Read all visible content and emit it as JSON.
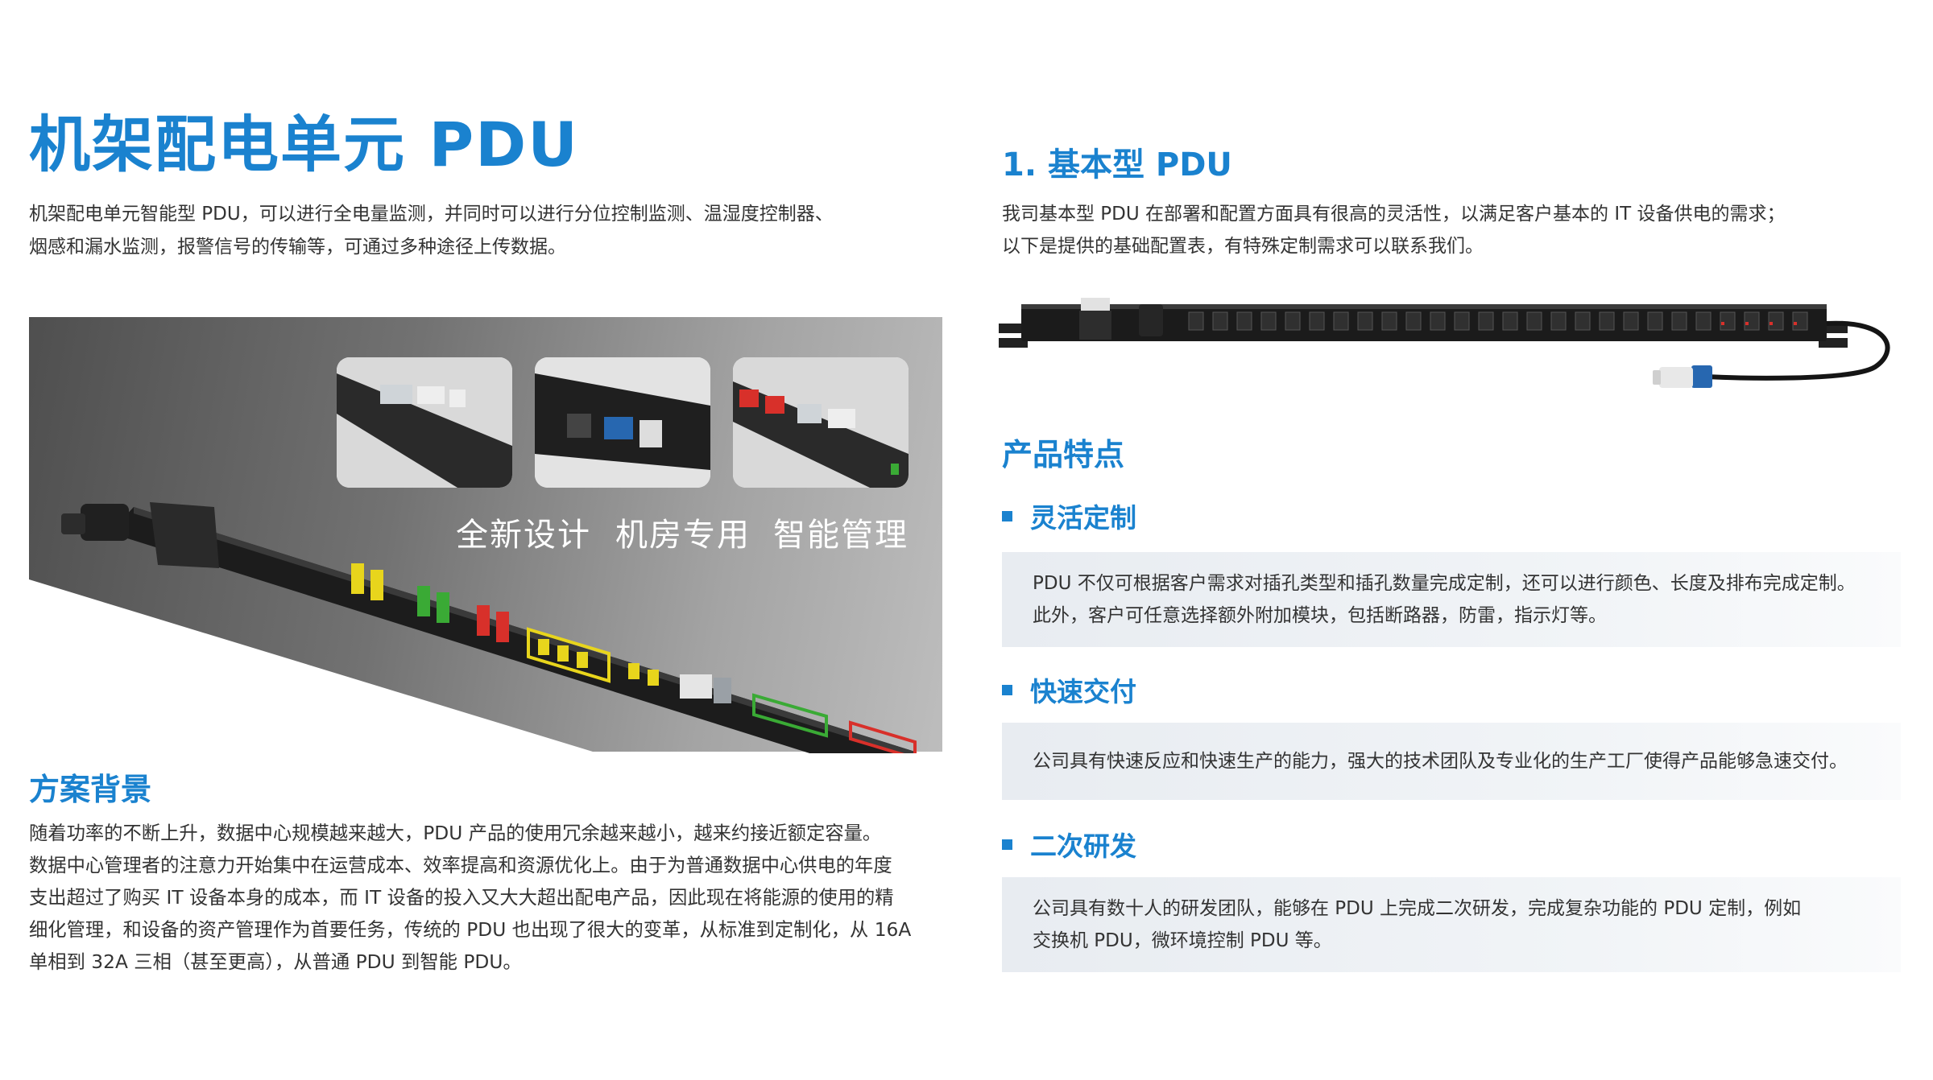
{
  "page_title": "机架配电单元 PDU",
  "intro": [
    "机架配电单元智能型 PDU，可以进行全电量监测，并同时可以进行分位控制监测、温湿度控制器、",
    "烟感和漏水监测，报警信号的传输等，可通过多种途径上传数据。"
  ],
  "hero": {
    "captions": [
      "全新设计",
      "机房专用",
      "智能管理"
    ]
  },
  "background": {
    "title": "方案背景",
    "lines": [
      "随着功率的不断上升，数据中心规模越来越大，PDU 产品的使用冗余越来越小，越来约接近额定容量。",
      "数据中心管理者的注意力开始集中在运营成本、效率提高和资源优化上。由于为普通数据中心供电的年度",
      "支出超过了购买 IT 设备本身的成本，而 IT 设备的投入又大大超出配电产品，因此现在将能源的使用的精",
      "细化管理，和设备的资产管理作为首要任务，传统的 PDU 也出现了很大的变革，从标准到定制化，从 16A",
      "单相到 32A 三相（甚至更高），从普通 PDU 到智能 PDU。"
    ]
  },
  "basic": {
    "title": "1. 基本型 PDU",
    "lines": [
      "我司基本型 PDU 在部署和配置方面具有很高的灵活性，以满足客户基本的 IT 设备供电的需求；",
      "以下是提供的基础配置表，有特殊定制需求可以联系我们。"
    ]
  },
  "features": {
    "title": "产品特点",
    "items": [
      {
        "label": "灵活定制",
        "lines": [
          "PDU 不仅可根据客户需求对插孔类型和插孔数量完成定制，还可以进行颜色、长度及排布完成定制。",
          "此外，客户可任意选择额外附加模块，包括断路器，防雷，指示灯等。"
        ]
      },
      {
        "label": "快速交付",
        "lines": [
          "公司具有快速反应和快速生产的能力，强大的技术团队及专业化的生产工厂使得产品能够急速交付。"
        ]
      },
      {
        "label": "二次研发",
        "lines": [
          "公司具有数十人的研发团队，能够在 PDU 上完成二次研发，完成复杂功能的 PDU 定制，例如",
          "交换机 PDU，微环境控制 PDU 等。"
        ]
      }
    ]
  },
  "colors": {
    "accent": "#1a82cf",
    "text": "#333333",
    "box_bg": "#eef1f5",
    "socket_yellow": "#e8d51c",
    "socket_green": "#3aaa35",
    "socket_red": "#d8302a",
    "plug_blue": "#2767b0"
  },
  "icons": [
    "pdu-vertical-image",
    "pdu-thumb-1",
    "pdu-thumb-2",
    "pdu-thumb-3",
    "pdu-horizontal-image",
    "blue-industrial-plug",
    "bullet-square"
  ]
}
